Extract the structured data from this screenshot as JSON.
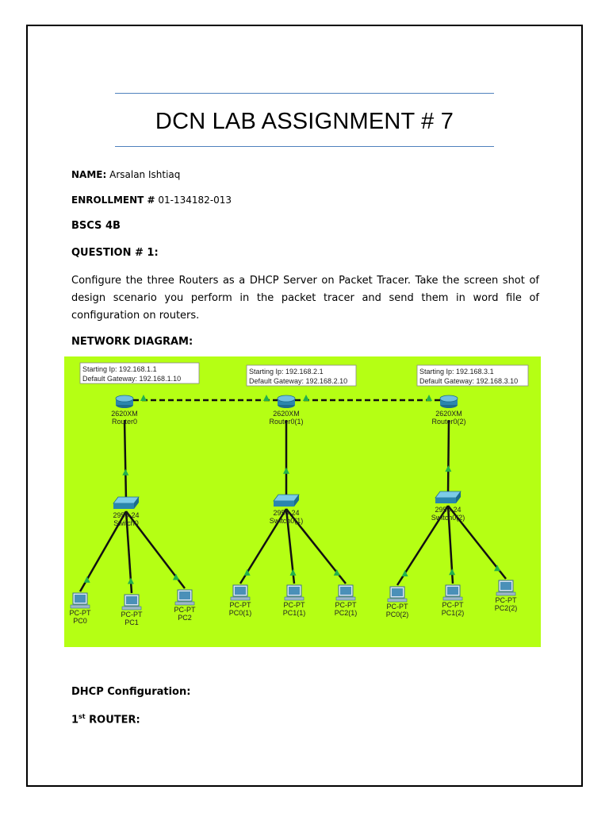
{
  "title": "DCN LAB ASSIGNMENT # 7",
  "name": {
    "label": "NAME:",
    "value": "Arsalan Ishtiaq"
  },
  "enrollment": {
    "label": "ENROLLMENT #",
    "value": "01-134182-013"
  },
  "class": "BSCS 4B",
  "question_heading": "QUESTION # 1:",
  "question_text": "Configure the   three Routers as a DHCP Server on Packet Tracer. Take the screen shot of design scenario you perform in the packet tracer and send them in word file of configuration on routers.",
  "diagram_heading": "NETWORK DIAGRAM:",
  "diagram": {
    "boxes": [
      {
        "line1": "Starting Ip: 192.168.1.1",
        "line2": "Default Gateway: 192.168.1.10",
        "color": "#222222"
      },
      {
        "line1": "Starting Ip: 192.168.2.1",
        "line2": "Default Gateway: 192.168.2.10",
        "color": "#222222"
      },
      {
        "line1": "Starting Ip: 192.168.3.1",
        "line2": "Default Gateway: 192.168.3.10",
        "color": "#ff0000"
      }
    ],
    "routers": [
      {
        "model": "2620XM",
        "name": "Router0"
      },
      {
        "model": "2620XM",
        "name": "Router0(1)"
      },
      {
        "model": "2620XM",
        "name": "Router0(2)"
      }
    ],
    "switches": [
      {
        "model": "2950-24",
        "name": "Switch0"
      },
      {
        "model": "2950-24",
        "name": "Switch0(1)"
      },
      {
        "model": "2950-24",
        "name": "Switch0(2)"
      }
    ],
    "pcs": [
      {
        "type": "PC-PT",
        "name": "PC0"
      },
      {
        "type": "PC-PT",
        "name": "PC1"
      },
      {
        "type": "PC-PT",
        "name": "PC2"
      },
      {
        "type": "PC-PT",
        "name": "PC0(1)"
      },
      {
        "type": "PC-PT",
        "name": "PC1(1)"
      },
      {
        "type": "PC-PT",
        "name": "PC2(1)"
      },
      {
        "type": "PC-PT",
        "name": "PC0(2)"
      },
      {
        "type": "PC-PT",
        "name": "PC1(2)"
      },
      {
        "type": "PC-PT",
        "name": "PC2(2)"
      }
    ],
    "background": "#b5ff14"
  },
  "dhcp_heading": "DHCP Configuration:",
  "router_heading": {
    "num": "1",
    "sup": "st",
    "rest": " ROUTER:"
  }
}
